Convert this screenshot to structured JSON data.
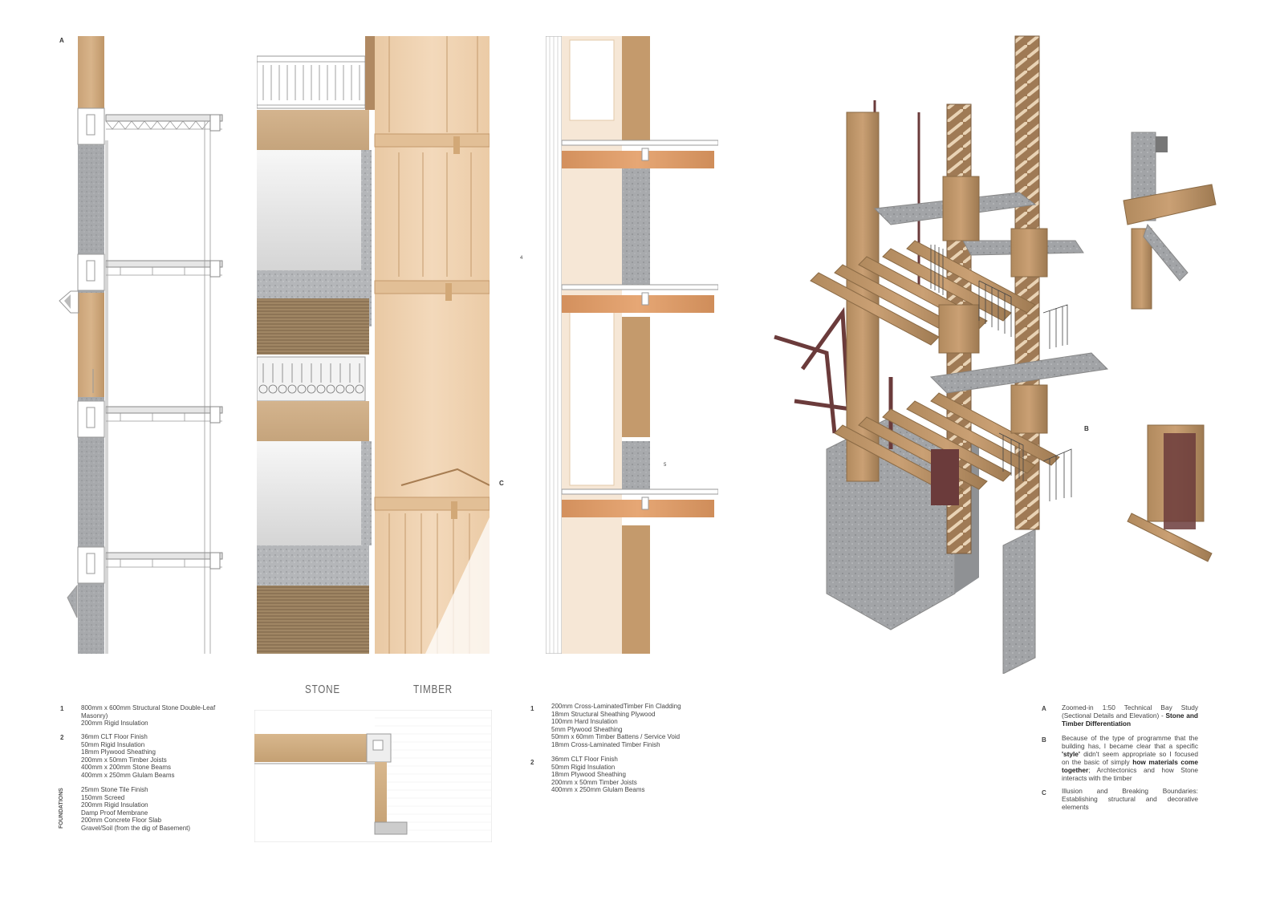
{
  "labels": {
    "a_top": "A",
    "b_mid": "B",
    "c_mid": "C",
    "tag4": "4",
    "tag5": "5"
  },
  "headings": {
    "stone": "STONE",
    "timber": "TIMBER",
    "foundations": "FOUNDATIONS"
  },
  "left_notes": {
    "n1": "1",
    "n1_lines": [
      "800mm x 600mm Structural Stone Double-Leaf",
      "Masonry)",
      "200mm Rigid Insulation"
    ],
    "n2": "2",
    "n2_lines": [
      "36mm CLT Floor Finish",
      "50mm Rigid Insulation",
      "18mm Plywood Sheathing",
      "200mm x 50mm Timber Joists",
      "400mm x 200mm Stone Beams",
      "400mm x 250mm Glulam Beams"
    ],
    "foundation_lines": [
      "25mm Stone Tile Finish",
      "150mm Screed",
      "200mm Rigid Insulation",
      "Damp Proof Membrane",
      "200mm Concrete Floor Slab",
      "Gravel/Soil (from the dig of Basement)"
    ]
  },
  "middle_notes": {
    "n1": "1",
    "n1_lines": [
      "200mm Cross-LaminatedTimber Fin Cladding",
      "18mm Structural Sheathing Plywood",
      "100mm Hard Insulation",
      "5mm Plywood Sheathing",
      "50mm x 60mm Timber Battens / Service Void",
      "18mm Cross-Laminated Timber Finish"
    ],
    "n2": "2",
    "n2_lines": [
      "36mm CLT Floor Finish",
      "50mm Rigid Insulation",
      "18mm Plywood Sheathing",
      "200mm x 50mm Timber Joists",
      "400mm x 250mm Glulam Beams"
    ]
  },
  "right_notes": {
    "a": "A",
    "a_text": "Zoomed-in 1:50 Technical Bay Study (Sectional Details and Elevation) -",
    "a_bold": "Stone and Timber Differentiation",
    "b": "B",
    "b_text1": "Because of the type of programme that the building has, I became clear that a specific",
    "b_bold1": "'style'",
    "b_text2": "didn't seem appropriate so I focused on the basic of simply",
    "b_bold2": "how materials come together",
    "b_text3": "; Archtectonics and how Stone interacts with the timber",
    "c": "C",
    "c_text": "Illusion and Breaking Boundaries: Establishing structural and decorative elements"
  },
  "colors": {
    "stone": "#a9abae",
    "timber": "#c8a06e",
    "light_timber": "#efd2b2",
    "steel": "#6b3b3b"
  }
}
